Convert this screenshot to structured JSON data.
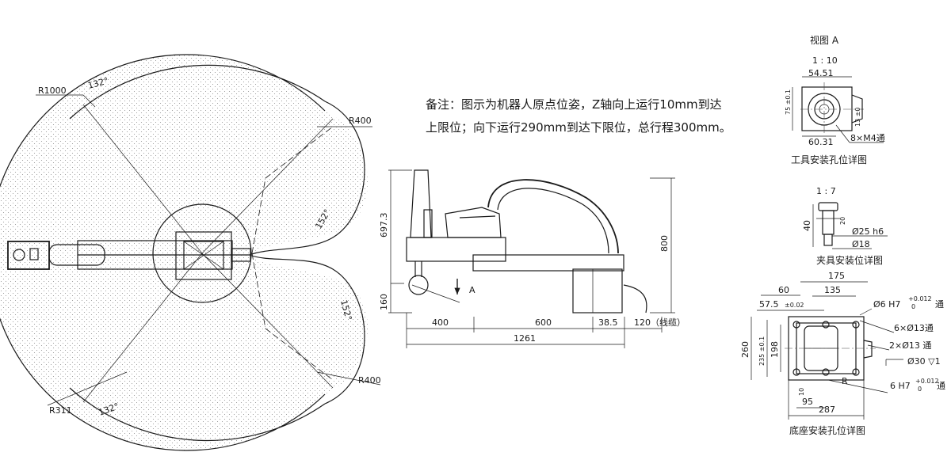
{
  "note": {
    "line1": "备注：图示为机器人原点位姿，Z轴向上运行10mm到达",
    "line2": "上限位；向下运行290mm到达下限位，总行程300mm。"
  },
  "workspace": {
    "r1000": "R1000",
    "r400_top": "R400",
    "r400_bottom": "R400",
    "r311": "R311",
    "angle_top": "132°",
    "angle_bottom": "132°",
    "angle_right_top": "152°",
    "angle_right_bottom": "152°"
  },
  "side": {
    "dim_697": "697.3",
    "dim_800": "800",
    "dim_160": "160",
    "dim_400": "400",
    "dim_600": "600",
    "dim_38": "38.5",
    "dim_120": "120（线缆）",
    "dim_1261": "1261",
    "arrow_a": "A"
  },
  "viewA": {
    "title": "视图 A",
    "scale": "1 : 10",
    "d54": "54.51",
    "d75": "75 ±0.1",
    "d13": "13 ±0",
    "d60": "60.31",
    "holes": "8×M4通",
    "caption": "工具安装孔位详图"
  },
  "clamp": {
    "scale": "1 : 7",
    "d40": "40",
    "d20": "20",
    "phi25": "Ø25 h6",
    "phi18": "Ø18",
    "caption": "夹具安装位详图"
  },
  "base": {
    "d60": "60",
    "d175": "175",
    "d135": "135",
    "d57": "57.5",
    "tol57": "±0.02",
    "phi6": "Ø6 H7",
    "tol_up": "+0.012",
    "tol_lo": "0",
    "tong1": "通",
    "holes13": "6×Ø13通",
    "holes2": "2×Ø13 通",
    "phi30": "Ø30 ▽1",
    "d260": "260",
    "d235": "235 ±0.1",
    "d198": "198",
    "d10": "10",
    "r": "R",
    "h6": "6 H7",
    "tong2": "通",
    "d95": "95",
    "d287": "287",
    "caption": "底座安装孔位详图"
  }
}
